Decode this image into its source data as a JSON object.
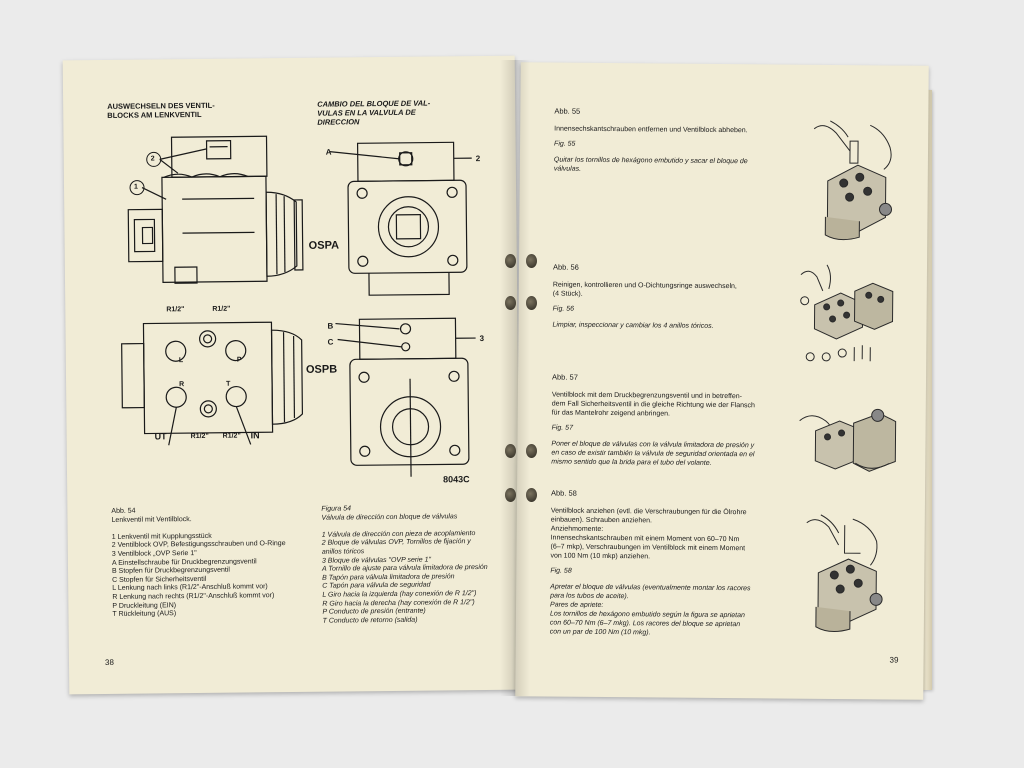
{
  "left_page": {
    "heading_de": "AUSWECHSELN DES VENTIL-\nBLOCKS AM LENKVENTIL",
    "heading_es": "CAMBIO DEL BLOQUE DE VAL-\nVULAS EN LA VALVULA DE\nDIRECCION",
    "diagram_labels": {
      "callout_1": "1",
      "callout_2": "2",
      "ospa": "OSPA",
      "ospb": "OSPB",
      "r_half_1": "R1/2\"",
      "r_half_2": "R1/2\"",
      "r_half_3": "R1/2\"",
      "r_half_4": "R1/2\"",
      "ut": "UT",
      "in": "IN",
      "a": "A",
      "b": "B",
      "c": "C",
      "num_2": "2",
      "num_3": "3",
      "code": "8043C",
      "port_l": "L",
      "port_p": "P",
      "port_r": "R",
      "port_t": "T"
    },
    "caption_de": "Abb. 54\nLenkventil mit Ventilblock.\n\n1   Lenkventil mit Kupplungsstück\n2   Ventilblock OVP, Befestigungsschrauben und O-Ringe\n3   Ventilblock „OVP Serie 1\"\nA   Einstellschraube für Druckbegrenzungsventil\nB   Stopfen für Druckbegrenzungsventil\nC   Stopfen für Sicherheitsventil\nL   Lenkung nach links (R1/2\"-Anschluß kommt vor)\nR   Lenkung nach rechts (R1/2\"-Anschluß kommt vor)\nP   Druckleitung (EIN)\nT   Rückleitung (AUS)",
    "caption_es": "Figura 54\nVálvula de dirección con bloque de válvulas\n\n1   Válvula de dirección con pieza de acoplamiento\n2   Bloque de válvulas OVP, Tornillos de fijación y\n     anillos tóricos\n3   Bloque de válvulas \"OVP serie 1\"\nA   Tornillo de ajuste para válvula limitadora de presión\nB   Tapón para válvula limitadora de presión\nC   Tapón para válvula de seguridad\nL   Giro hacia la izquierda (hay conexión de R 1/2\")\nR   Giro hacia la derecha (hay conexión de R 1/2\")\nP   Conducto de presión (entrante)\nT   Conducto de retorno (salida)",
    "page_number": "38"
  },
  "right_page": {
    "sections": [
      {
        "abb": "Abb. 55",
        "text_de": "Innensechskantschrauben entfernen und Ventilblock abheben.",
        "fig": "Fig. 55",
        "text_es": "Quitar los tornillos de hexágono embutido y sacar el bloque de\nválvulas."
      },
      {
        "abb": "Abb. 56",
        "text_de": "Reinigen, kontrollieren und O-Dichtungsringe auswechseln,\n(4 Stück).",
        "fig": "Fig. 56",
        "text_es": "Limpiar, inspeccionar y cambiar los 4 anillos tóricos."
      },
      {
        "abb": "Abb. 57",
        "text_de": "Ventilblock mit dem Druckbegrenzungsventil und in betreffen-\ndem Fall Sicherheitsventil in die gleiche Richtung wie der Flansch\nfür das Mantelrohr zeigend anbringen.",
        "fig": "Fig. 57",
        "text_es": "Poner el bloque de válvulas con la válvula limitadora de presión y\nen caso de existir también la válvula de seguridad orientada en el\nmismo sentido que la brida para el tubo del volante."
      },
      {
        "abb": "Abb. 58",
        "text_de": "Ventilblock anziehen (evtl. die Verschraubungen für die Ölrohre\neinbauen). Schrauben anziehen.\nAnziehmomente:\nInnensechskantschrauben mit einem Moment von 60–70 Nm\n(6–7 mkp), Verschraubungen im Ventilblock mit einem Moment\nvon 100 Nm (10 mkp) anziehen.",
        "fig": "Fig. 58",
        "text_es": "Apretar el bloque de válvulas (eventualmente montar los racores\npara los tubos de aceite).\nPares de apriete:\nLos tornillos de hexágono embutido según la figura se aprietan\ncon 60–70 Nm (6–7 mkg). Los racores del bloque se aprietan\ncon un par de 100 Nm (10 mkg)."
      }
    ],
    "page_number": "39"
  },
  "colors": {
    "paper": "#f1ecd6",
    "background": "#ebebeb",
    "ink": "#1a1a1a"
  }
}
